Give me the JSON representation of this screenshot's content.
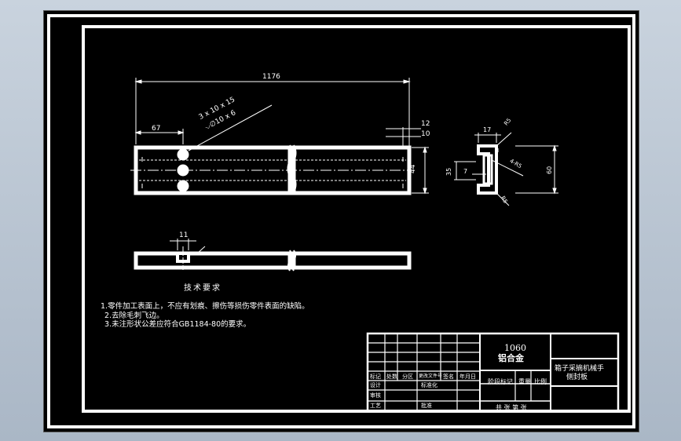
{
  "drawing": {
    "dimensions": {
      "overall_length": "1176",
      "left_offset": "67",
      "hole_spec_1": "3 x 10 x 15",
      "hole_spec_2": "⌵∅10 x 6",
      "right_dim_a": "12",
      "right_dim_b": "10",
      "height": "44",
      "slot_width": "11",
      "section_top": "17",
      "section_left": "35",
      "section_inner": "7",
      "section_right": "60",
      "section_corner_1": "R5",
      "section_corner_2": "4-R5",
      "section_corner_3": "R5"
    },
    "tech_req": {
      "title": "技术要求",
      "items": [
        "1.零件加工表面上，不应有划痕、擦伤等损伤零件表面的缺陷。",
        "2.去除毛刺飞边。",
        "3.未注形状公差应符合GB1184-80的要求。"
      ]
    },
    "title_block": {
      "material": "1060",
      "material_name": "铝合金",
      "part_name_line1": "箱子采摘机械手",
      "part_name_line2": "侧封板",
      "label_stage": "阶段标记",
      "label_weight": "重量",
      "label_scale": "比例",
      "label_sheets": "共  张 第  张",
      "label_design": "设计",
      "label_check": "审核",
      "label_process": "工艺",
      "label_std": "标准化",
      "label_approve": "批准",
      "label_mark": "标记",
      "label_count": "处数",
      "label_zone": "分区",
      "label_doc": "更改文件号",
      "label_sign": "签名",
      "label_date": "年月日"
    }
  }
}
